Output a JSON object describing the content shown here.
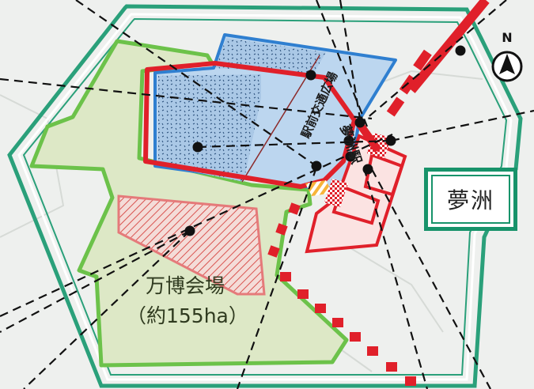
{
  "map": {
    "expo_site_label": "万博会場",
    "expo_area_label": "（約155ha）",
    "station_label": "夢洲駅",
    "station_plaza_label": "駅前交通広場",
    "island_name": "夢洲",
    "north_label": "N"
  },
  "colors": {
    "background": "#eef0ee",
    "island_outline": "#2aa07a",
    "expo_boundary": "#6cc24a",
    "expo_fill": "#dde8c6",
    "blue_zone": "#2f7fd0",
    "blue_zone_fill": "#bcd6ef",
    "red_boundary": "#e0202a",
    "hatched_zone": "#e57a7a",
    "railway": "#e0202a",
    "dashed_lines": "#111111",
    "points": "#111111"
  }
}
